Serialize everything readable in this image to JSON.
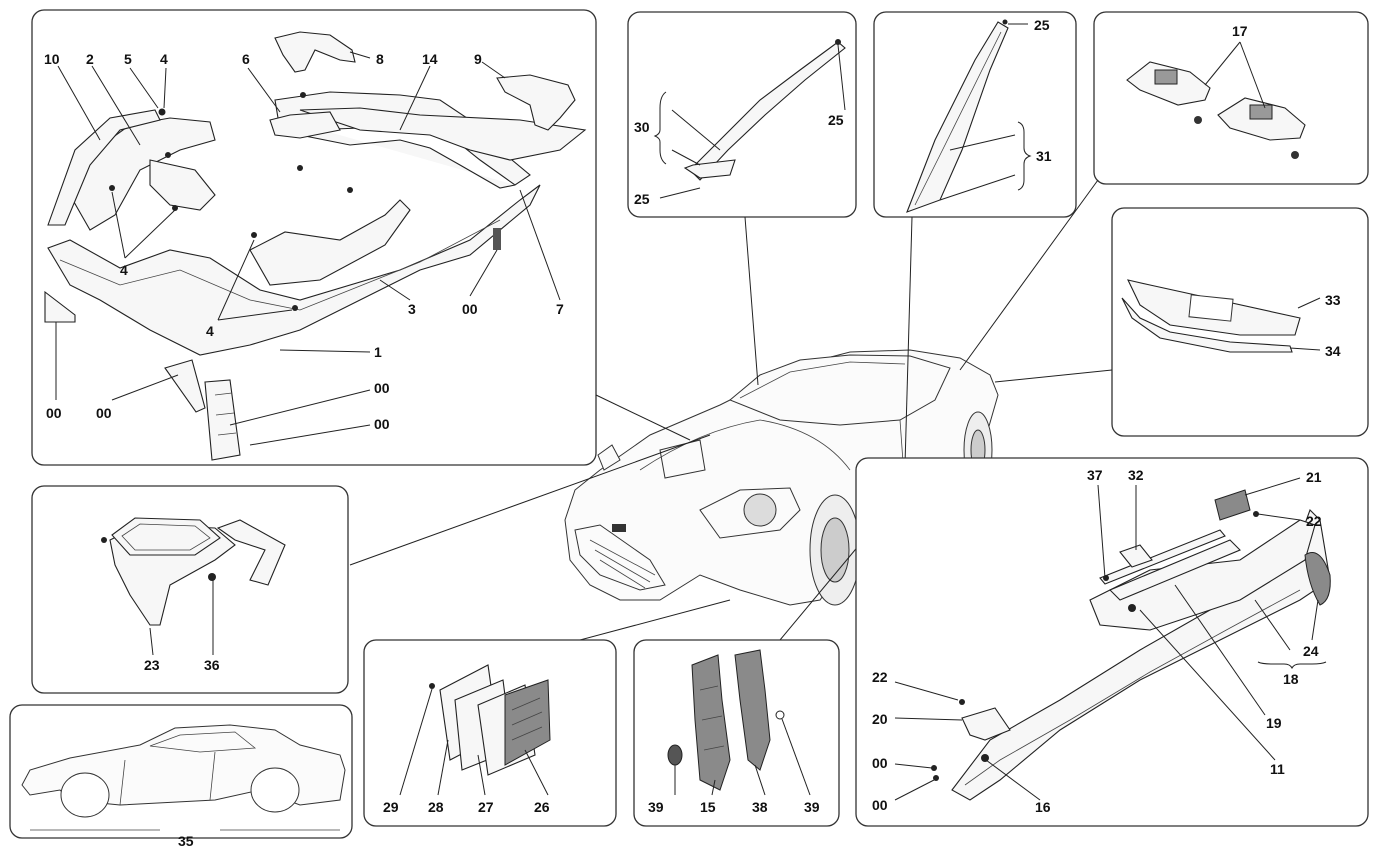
{
  "panels": {
    "underbody": {
      "labels": [
        "10",
        "2",
        "5",
        "4",
        "6",
        "8",
        "14",
        "9",
        "4",
        "4",
        "3",
        "00",
        "7",
        "1",
        "00",
        "00",
        "00",
        "00"
      ]
    },
    "windshield_trim": {
      "labels": [
        "30",
        "25",
        "25"
      ]
    },
    "pillar_trim": {
      "labels": [
        "25",
        "31"
      ]
    },
    "latches": {
      "labels": [
        "17"
      ]
    },
    "rear_panel": {
      "labels": [
        "33",
        "34"
      ]
    },
    "air_duct": {
      "labels": [
        "23",
        "36"
      ]
    },
    "side_vent": {
      "labels": [
        "29",
        "28",
        "27",
        "26"
      ]
    },
    "wheelarch_liner": {
      "labels": [
        "39",
        "15",
        "38",
        "39"
      ]
    },
    "sill": {
      "labels": [
        "37",
        "32",
        "21",
        "22",
        "24",
        "18",
        "22",
        "20",
        "00",
        "00",
        "16",
        "19",
        "11"
      ]
    },
    "side_car": {
      "labels": [
        "35"
      ]
    }
  }
}
